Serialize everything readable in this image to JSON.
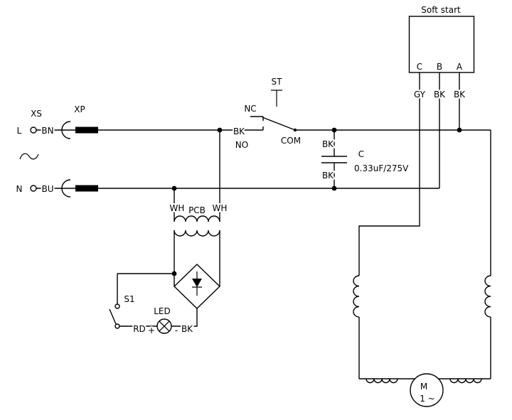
{
  "colors": {
    "line": "#000000",
    "background": "#ffffff"
  },
  "soft_start": {
    "title": "Soft start",
    "terminals": [
      "C",
      "B",
      "A"
    ],
    "wire_labels": [
      "GY",
      "BK",
      "BK"
    ]
  },
  "mains": {
    "socket_label": "XS",
    "plug_label": "XP",
    "live_label": "L",
    "neutral_label": "N",
    "live_wire": "BN",
    "neutral_wire": "BU",
    "ac_symbol": "~"
  },
  "switch_st": {
    "name": "ST",
    "nc": "NC",
    "no": "NO",
    "com": "COM",
    "wire": "BK"
  },
  "capacitor": {
    "designator": "C",
    "value": "0.33uF/275V",
    "top_wire": "BK",
    "bottom_wire": "BK"
  },
  "pcb": {
    "name": "PCB",
    "left_wire": "WH",
    "right_wire": "WH"
  },
  "indicator": {
    "switch": "S1",
    "lamp": "LED",
    "anode_wire": "RD",
    "plus": "+",
    "minus": "-",
    "cathode_wire": "BK"
  },
  "motor": {
    "designator": "M",
    "phase": "1 ~"
  }
}
